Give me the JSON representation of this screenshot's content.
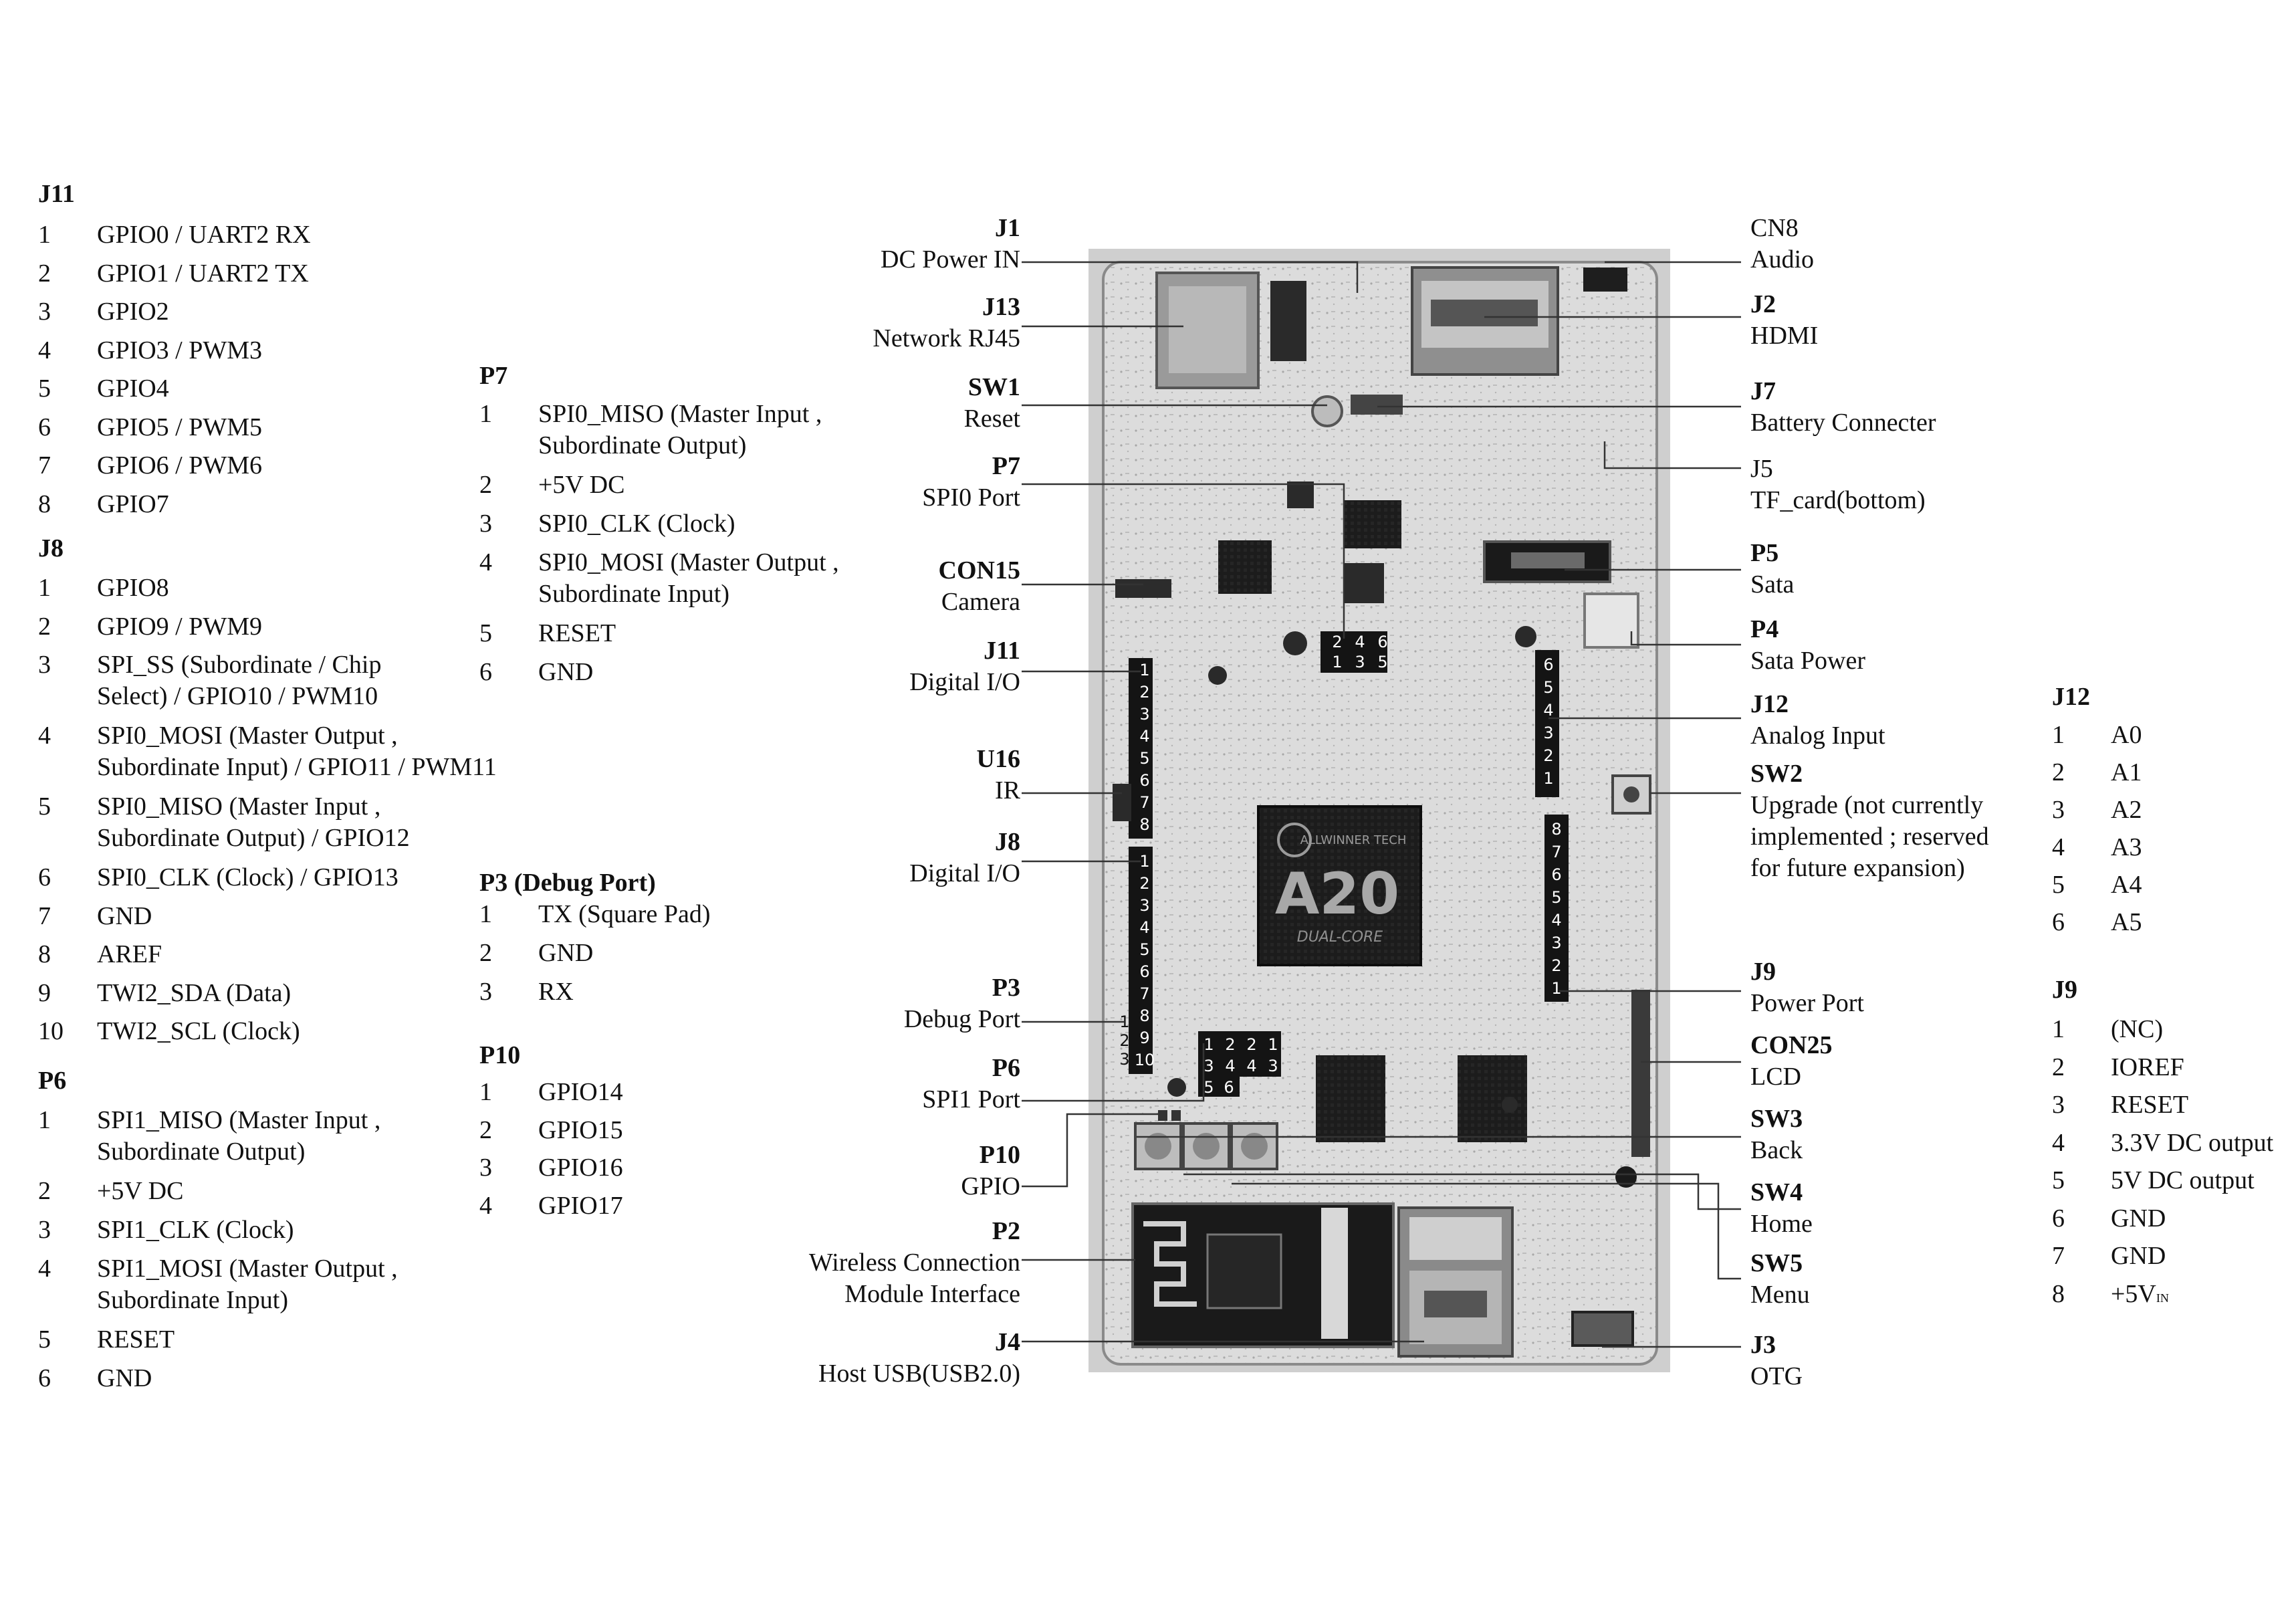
{
  "tables": {
    "j11": {
      "title": "J11",
      "rows": [
        {
          "n": "1",
          "t": "GPIO0 / UART2 RX"
        },
        {
          "n": "2",
          "t": "GPIO1 / UART2 TX"
        },
        {
          "n": "3",
          "t": "GPIO2"
        },
        {
          "n": "4",
          "t": "GPIO3 / PWM3"
        },
        {
          "n": "5",
          "t": "GPIO4"
        },
        {
          "n": "6",
          "t": "GPIO5 / PWM5"
        },
        {
          "n": "7",
          "t": "GPIO6 / PWM6"
        },
        {
          "n": "8",
          "t": "GPIO7"
        }
      ]
    },
    "j8": {
      "title": "J8",
      "rows": [
        {
          "n": "1",
          "t": "GPIO8"
        },
        {
          "n": "2",
          "t": "GPIO9 / PWM9"
        },
        {
          "n": "3",
          "t": "SPI_SS (Subordinate / Chip",
          "t2": "Select) / GPIO10 / PWM10"
        },
        {
          "n": "4",
          "t": "SPI0_MOSI (Master Output ,",
          "t2": "Subordinate Input) / GPIO11 / PWM11"
        },
        {
          "n": "5",
          "t": "SPI0_MISO (Master Input ,",
          "t2": "Subordinate Output) / GPIO12"
        },
        {
          "n": "6",
          "t": "SPI0_CLK (Clock) / GPIO13"
        },
        {
          "n": "7",
          "t": "GND"
        },
        {
          "n": "8",
          "t": "AREF"
        },
        {
          "n": "9",
          "t": "TWI2_SDA (Data)"
        },
        {
          "n": "10",
          "t": "TWI2_SCL (Clock)"
        }
      ]
    },
    "p6": {
      "title": "P6",
      "rows": [
        {
          "n": "1",
          "t": "SPI1_MISO (Master Input ,",
          "t2": "Subordinate Output)"
        },
        {
          "n": "2",
          "t": "+5V DC"
        },
        {
          "n": "3",
          "t": "SPI1_CLK (Clock)"
        },
        {
          "n": "4",
          "t": "SPI1_MOSI (Master Output ,",
          "t2": "Subordinate Input)"
        },
        {
          "n": "5",
          "t": "RESET"
        },
        {
          "n": "6",
          "t": "GND"
        }
      ]
    },
    "p7": {
      "title": "P7",
      "rows": [
        {
          "n": "1",
          "t": "SPI0_MISO (Master Input ,",
          "t2": "Subordinate Output)"
        },
        {
          "n": "2",
          "t": "+5V DC"
        },
        {
          "n": "3",
          "t": "SPI0_CLK (Clock)"
        },
        {
          "n": "4",
          "t": "SPI0_MOSI (Master Output ,",
          "t2": "Subordinate Input)"
        },
        {
          "n": "5",
          "t": "RESET"
        },
        {
          "n": "6",
          "t": "GND"
        }
      ]
    },
    "p3": {
      "title": "P3 (Debug Port)",
      "rows": [
        {
          "n": "1",
          "t": "TX (Square Pad)"
        },
        {
          "n": "2",
          "t": "GND"
        },
        {
          "n": "3",
          "t": "RX"
        }
      ]
    },
    "p10": {
      "title": "P10",
      "rows": [
        {
          "n": "1",
          "t": "GPIO14"
        },
        {
          "n": "2",
          "t": "GPIO15"
        },
        {
          "n": "3",
          "t": "GPIO16"
        },
        {
          "n": "4",
          "t": "GPIO17"
        }
      ]
    },
    "j12": {
      "title": "J12",
      "rows": [
        {
          "n": "1",
          "t": "A0"
        },
        {
          "n": "2",
          "t": "A1"
        },
        {
          "n": "3",
          "t": "A2"
        },
        {
          "n": "4",
          "t": "A3"
        },
        {
          "n": "5",
          "t": "A4"
        },
        {
          "n": "6",
          "t": "A5"
        }
      ]
    },
    "j9": {
      "title": "J9",
      "rows": [
        {
          "n": "1",
          "t": "(NC)"
        },
        {
          "n": "2",
          "t": "IOREF"
        },
        {
          "n": "3",
          "t": "RESET"
        },
        {
          "n": "4",
          "t": "3.3V DC output"
        },
        {
          "n": "5",
          "t": "5V DC output"
        },
        {
          "n": "6",
          "t": "GND"
        },
        {
          "n": "7",
          "t": "GND"
        },
        {
          "n": "8",
          "t": "+5V",
          "sub": "IN"
        }
      ]
    }
  },
  "left_callouts": [
    {
      "code": "J1",
      "desc": "DC Power IN"
    },
    {
      "code": "J13",
      "desc": "Network RJ45"
    },
    {
      "code": "SW1",
      "desc": "Reset"
    },
    {
      "code": "P7",
      "desc": "SPI0 Port"
    },
    {
      "code": "CON15",
      "desc": "Camera"
    },
    {
      "code": "J11",
      "desc": "Digital I/O"
    },
    {
      "code": "U16",
      "desc": "IR"
    },
    {
      "code": "J8",
      "desc": "Digital I/O"
    },
    {
      "code": "P3",
      "desc": "Debug Port"
    },
    {
      "code": "P6",
      "desc": "SPI1 Port"
    },
    {
      "code": "P10",
      "desc": "GPIO"
    },
    {
      "code": "P2",
      "desc": "Wireless Connection",
      "desc2": "Module Interface"
    },
    {
      "code": "J4",
      "desc": "Host USB(USB2.0)"
    }
  ],
  "right_callouts": [
    {
      "code": "CN8",
      "desc": "Audio",
      "plain": true
    },
    {
      "code": "J2",
      "desc": "HDMI"
    },
    {
      "code": "J7",
      "desc": "Battery Connecter"
    },
    {
      "code": "J5",
      "desc": "TF_card(bottom)",
      "plain": true
    },
    {
      "code": "P5",
      "desc": "Sata"
    },
    {
      "code": "P4",
      "desc": "Sata Power"
    },
    {
      "code": "J12",
      "desc": "Analog Input"
    },
    {
      "code": "SW2",
      "desc": "Upgrade (not currently",
      "desc2": "implemented ; reserved",
      "desc3": "for future expansion)"
    },
    {
      "code": "J9",
      "desc": "Power Port"
    },
    {
      "code": "CON25",
      "desc": "LCD"
    },
    {
      "code": "SW3",
      "desc": "Back"
    },
    {
      "code": "SW4",
      "desc": "Home"
    },
    {
      "code": "SW5",
      "desc": "Menu"
    },
    {
      "code": "J3",
      "desc": "OTG"
    }
  ],
  "board": {
    "chip_brand": "ALLWINNER TECH",
    "chip_name": "A20",
    "chip_sub": "DUAL-CORE",
    "j11_pins": [
      "1",
      "2",
      "3",
      "4",
      "5",
      "6",
      "7",
      "8"
    ],
    "j8_pins": [
      "1",
      "2",
      "3",
      "4",
      "5",
      "6",
      "7",
      "8",
      "9",
      "10"
    ],
    "j12_pins": [
      "6",
      "5",
      "4",
      "3",
      "2",
      "1"
    ],
    "j9_pins": [
      "8",
      "7",
      "6",
      "5",
      "4",
      "3",
      "2",
      "1"
    ],
    "p7_top": [
      "2",
      "4",
      "6"
    ],
    "p7_bot": [
      "1",
      "3",
      "5"
    ],
    "p6_top": [
      "1",
      "2",
      "2",
      "1"
    ],
    "p6_bot": [
      "3",
      "4",
      "4",
      "3"
    ],
    "p6_tail": [
      "5",
      "6"
    ],
    "p3_pins": [
      "1",
      "2",
      "3"
    ]
  }
}
